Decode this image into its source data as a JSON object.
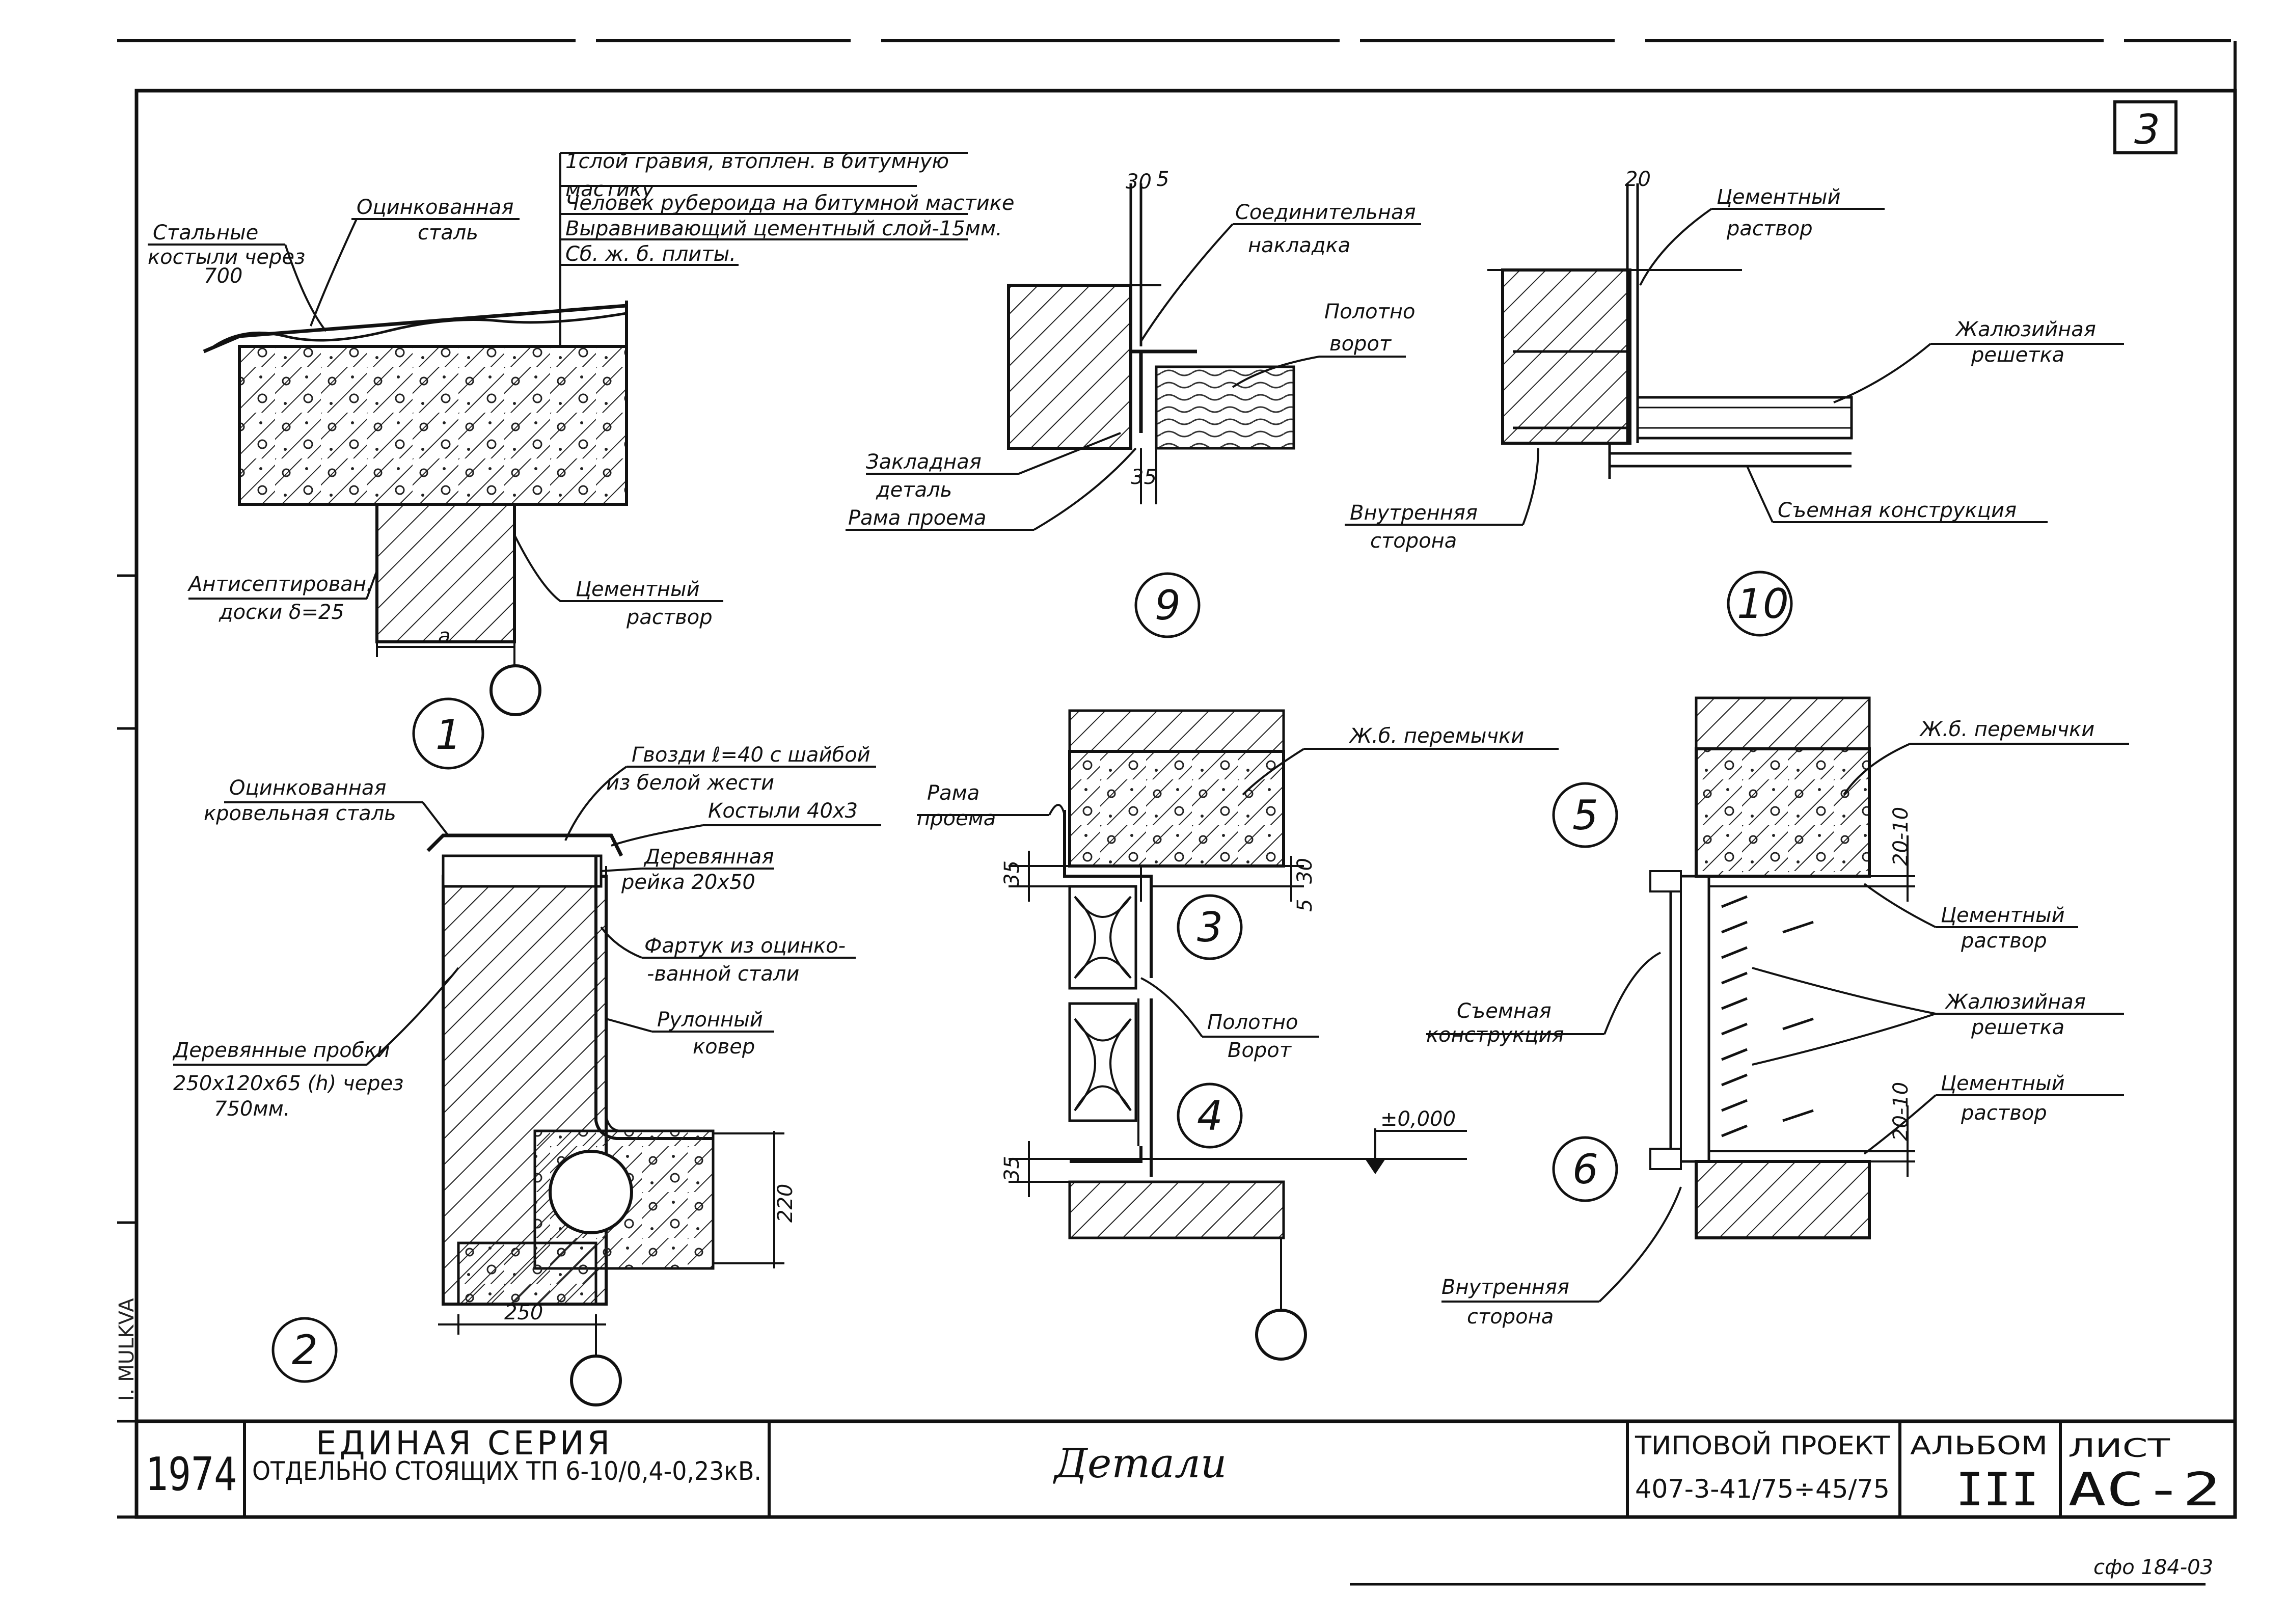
{
  "sheet_number": "3",
  "stamp": "сфо 184-03",
  "side_note": "I. MULKVA",
  "title_block": {
    "year": "1974",
    "series_line1": "ЕДИНАЯ СЕРИЯ",
    "series_line2": "ОТДЕЛЬНО СТОЯЩИХ ТП 6-10/0,4-0,23кВ.",
    "sheet_title": "Детали",
    "project_label": "ТИПОВОЙ ПРОЕКТ",
    "project_number": "407-3-41/75÷45/75",
    "album_label": "АЛЬБОМ",
    "album_value": "III",
    "sheet_label": "ЛИСТ",
    "sheet_value": "АС-2"
  },
  "detail1": {
    "number": "1",
    "layer1": "1слой гравия, втоплен. в битумную",
    "layer1b": "мастику",
    "layer2": "Человек рубероида на битумной мастике",
    "layer3": "Выравнивающий цементный слой-15мм.",
    "layer4": "Сб. ж. б. плиты.",
    "galv": "Оцинкованная",
    "galv2": "сталь",
    "steel": "Стальные",
    "steel2": "костыли через",
    "steel3": "700",
    "antisep": "Антисептирован.",
    "antisep2": "доски δ=25",
    "cement": "Цементный",
    "cement2": "раствор",
    "dim_a": "a"
  },
  "detail2": {
    "number": "2",
    "galv": "Оцинкованная",
    "galv2": "кровельная сталь",
    "nails": "Гвозди ℓ=40 с шайбой",
    "nails2": "из белой жести",
    "crutch": "Костыли 40х3",
    "rail": "Деревянная",
    "rail2": "рейка 20х50",
    "apron": "Фартук из оцинко-",
    "apron2": "-ванной стали",
    "roll": "Рулонный",
    "roll2": "ковер",
    "plugs": "Деревянные пробки",
    "plugs2": "250х120х65 (h) через",
    "plugs3": "750мм.",
    "dim_250": "250",
    "dim_220": "220"
  },
  "detail9": {
    "number": "9",
    "conn": "Соединительная",
    "conn2": "накладка",
    "cloth": "Полотно",
    "cloth2": "ворот",
    "embed": "Закладная",
    "embed2": "деталь",
    "frame": "Рама проема",
    "dim_30": "30",
    "dim_5": "5",
    "dim_35": "35"
  },
  "detail10": {
    "number": "10",
    "cement": "Цементный",
    "cement2": "раствор",
    "louver": "Жалюзийная",
    "louver2": "решетка",
    "inner": "Внутренняя",
    "inner2": "сторона",
    "removable": "Съемная конструкция",
    "dim_20": "20"
  },
  "detail34": {
    "number3": "3",
    "number4": "4",
    "lintel": "Ж.б. перемычки",
    "frame": "Рама",
    "frame2": "проема",
    "cloth": "Полотно",
    "cloth2": "Ворот",
    "level": "±0,000",
    "dim_35a": "35",
    "dim_30": "30",
    "dim_5": "5",
    "dim_35b": "35"
  },
  "detail56": {
    "number5": "5",
    "number6": "6",
    "lintel": "Ж.б. перемычки",
    "cement": "Цементный",
    "cement2": "раствор",
    "louver": "Жалюзийная",
    "louver2": "решетка",
    "removable": "Съемная",
    "removable2": "конструкция",
    "cementb": "Цементный",
    "cementb2": "раствор",
    "inner": "Внутренняя",
    "inner2": "сторона",
    "dim_20a": "20-10",
    "dim_20b": "20-10"
  }
}
